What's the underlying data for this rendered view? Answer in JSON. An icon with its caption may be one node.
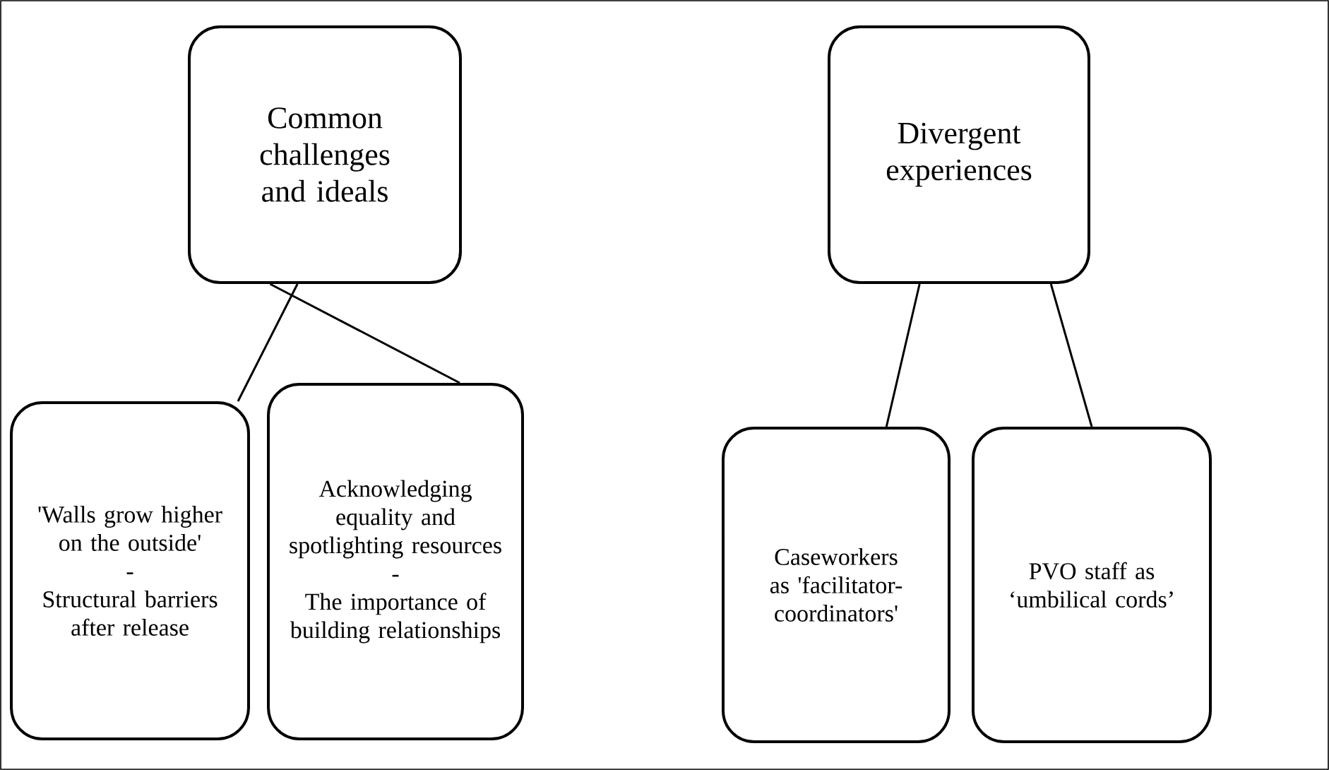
{
  "diagram": {
    "nodes": [
      {
        "text": [
          "Common challenges and ideals"
        ]
      },
      {
        "text": [
          "Divergent experiences"
        ]
      },
      {
        "text": [
          "'Walls grow higher on the outside'",
          "-",
          "Structural barriers after release"
        ]
      },
      {
        "text": [
          "Acknowledging equality and spotlighting resources",
          "-",
          "The importance of building relationships"
        ]
      },
      {
        "text": [
          "Caseworkers as 'facilitator-coordinators'"
        ]
      },
      {
        "text": [
          "PVO staff as ‘umbilical cords’"
        ]
      }
    ],
    "edges": [
      {
        "from": 0,
        "to": 2,
        "arrow": "none"
      },
      {
        "from": 0,
        "to": 3,
        "arrow": "none"
      },
      {
        "from": 1,
        "to": 4,
        "arrow": "none"
      },
      {
        "from": 1,
        "to": 5,
        "arrow": "none"
      }
    ]
  }
}
